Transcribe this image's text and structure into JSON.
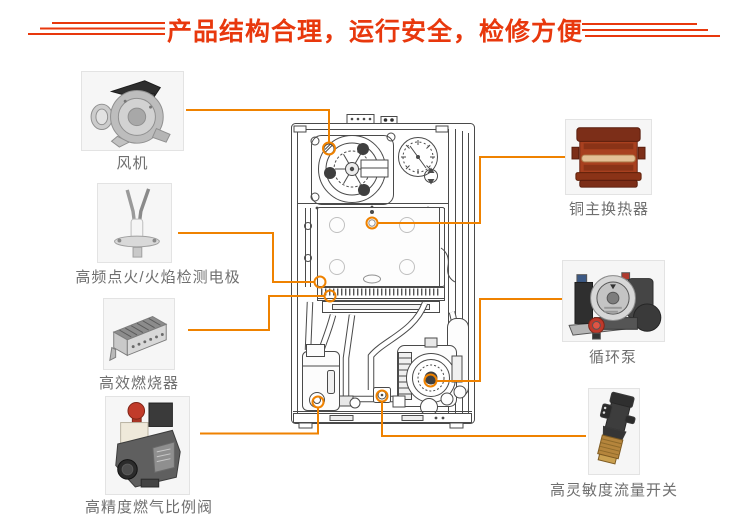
{
  "title": "产品结构合理，运行安全，检修方便",
  "colors": {
    "title_red": "#e8380d",
    "connector_orange": "#ef8200",
    "label_gray": "#6f6f6f",
    "diagram_line": "#4a4a4a",
    "photo_box_bg": "#f6f6f6"
  },
  "components": {
    "left": [
      {
        "id": "fan",
        "label": "风机",
        "icon": "fan-photo"
      },
      {
        "id": "ignition-electrode",
        "label": "高频点火/火焰检测电极",
        "icon": "electrode-photo"
      },
      {
        "id": "burner",
        "label": "高效燃烧器",
        "icon": "burner-photo"
      },
      {
        "id": "gas-valve",
        "label": "高精度燃气比例阀",
        "icon": "gas-valve-photo"
      }
    ],
    "right": [
      {
        "id": "heat-exchanger",
        "label": "铜主换热器",
        "icon": "heat-exchanger-photo"
      },
      {
        "id": "pump",
        "label": "循环泵",
        "icon": "pump-photo"
      },
      {
        "id": "flow-switch",
        "label": "高灵敏度流量开关",
        "icon": "flow-switch-photo"
      }
    ]
  }
}
